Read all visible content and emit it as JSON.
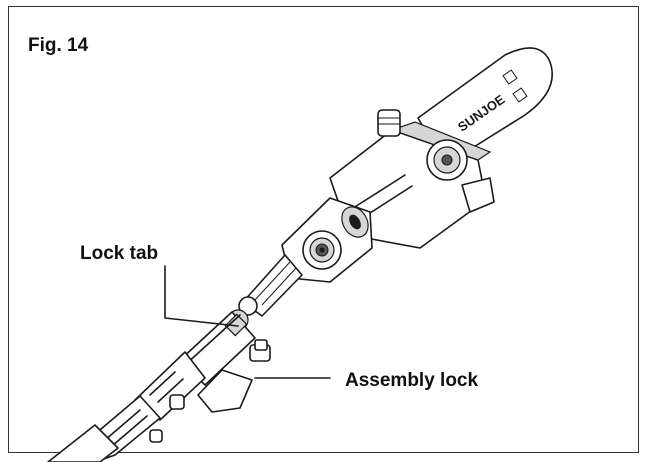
{
  "figure": {
    "title": "Fig. 14",
    "callouts": {
      "lock_tab": "Lock tab",
      "assembly_lock": "Assembly lock"
    },
    "brand_logo": "SUNJOE"
  }
}
